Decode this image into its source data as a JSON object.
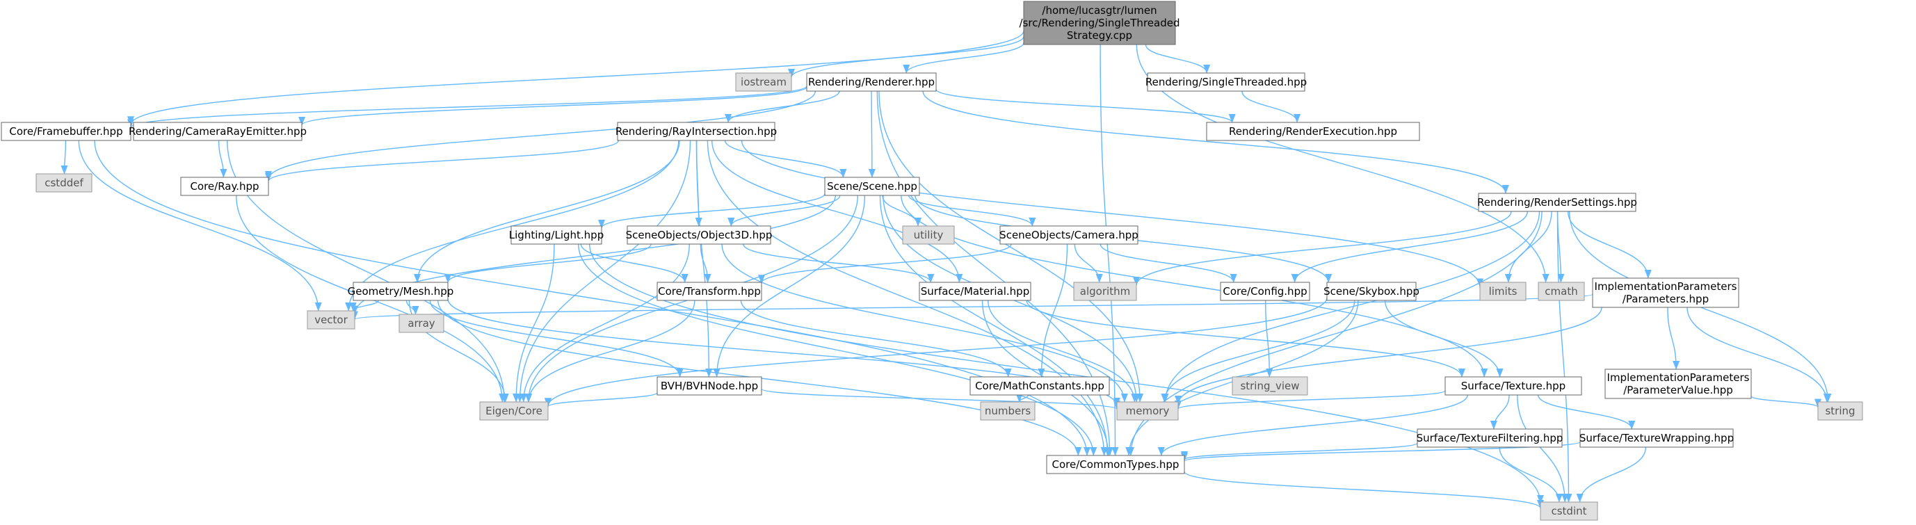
{
  "colors": {
    "edge": "#63b8ff",
    "root_fill": "#999999",
    "root_border": "#666666",
    "file_fill": "#ffffff",
    "file_border": "#666666",
    "system_fill": "#e0e0e0",
    "system_border": "#999999",
    "text_dark": "#000000",
    "text_system": "#555555"
  },
  "nodes": [
    {
      "id": "root",
      "lines": [
        "/home/lucasgtr/lumen",
        "/src/Rendering/SingleThreaded",
        "Strategy.cpp"
      ],
      "kind": "root"
    },
    {
      "id": "iostream",
      "lines": [
        "iostream"
      ],
      "kind": "system"
    },
    {
      "id": "renderer",
      "lines": [
        "Rendering/Renderer.hpp"
      ],
      "kind": "file"
    },
    {
      "id": "singlethreaded",
      "lines": [
        "Rendering/SingleThreaded.hpp"
      ],
      "kind": "file"
    },
    {
      "id": "framebuffer",
      "lines": [
        "Core/Framebuffer.hpp"
      ],
      "kind": "file"
    },
    {
      "id": "cameraray",
      "lines": [
        "Rendering/CameraRayEmitter.hpp"
      ],
      "kind": "file"
    },
    {
      "id": "rayintersection",
      "lines": [
        "Rendering/RayIntersection.hpp"
      ],
      "kind": "file"
    },
    {
      "id": "renderexecution",
      "lines": [
        "Rendering/RenderExecution.hpp"
      ],
      "kind": "file"
    },
    {
      "id": "cstddef",
      "lines": [
        "cstddef"
      ],
      "kind": "system"
    },
    {
      "id": "ray",
      "lines": [
        "Core/Ray.hpp"
      ],
      "kind": "file"
    },
    {
      "id": "scene",
      "lines": [
        "Scene/Scene.hpp"
      ],
      "kind": "file"
    },
    {
      "id": "utility",
      "lines": [
        "utility"
      ],
      "kind": "system"
    },
    {
      "id": "rendersettings",
      "lines": [
        "Rendering/RenderSettings.hpp"
      ],
      "kind": "file"
    },
    {
      "id": "light",
      "lines": [
        "Lighting/Light.hpp"
      ],
      "kind": "file"
    },
    {
      "id": "object3d",
      "lines": [
        "SceneObjects/Object3D.hpp"
      ],
      "kind": "file"
    },
    {
      "id": "camera",
      "lines": [
        "SceneObjects/Camera.hpp"
      ],
      "kind": "file"
    },
    {
      "id": "mesh",
      "lines": [
        "Geometry/Mesh.hpp"
      ],
      "kind": "file"
    },
    {
      "id": "transform",
      "lines": [
        "Core/Transform.hpp"
      ],
      "kind": "file"
    },
    {
      "id": "material",
      "lines": [
        "Surface/Material.hpp"
      ],
      "kind": "file"
    },
    {
      "id": "algorithm",
      "lines": [
        "algorithm"
      ],
      "kind": "system"
    },
    {
      "id": "config",
      "lines": [
        "Core/Config.hpp"
      ],
      "kind": "file"
    },
    {
      "id": "skybox",
      "lines": [
        "Scene/Skybox.hpp"
      ],
      "kind": "file"
    },
    {
      "id": "limits",
      "lines": [
        "limits"
      ],
      "kind": "system"
    },
    {
      "id": "cmath",
      "lines": [
        "cmath"
      ],
      "kind": "system"
    },
    {
      "id": "parameters",
      "lines": [
        "ImplementationParameters",
        "/Parameters.hpp"
      ],
      "kind": "file"
    },
    {
      "id": "vector",
      "lines": [
        "vector"
      ],
      "kind": "system"
    },
    {
      "id": "array",
      "lines": [
        "array"
      ],
      "kind": "system"
    },
    {
      "id": "bvhnode",
      "lines": [
        "BVH/BVHNode.hpp"
      ],
      "kind": "file"
    },
    {
      "id": "mathconstants",
      "lines": [
        "Core/MathConstants.hpp"
      ],
      "kind": "file"
    },
    {
      "id": "string_view",
      "lines": [
        "string_view"
      ],
      "kind": "system"
    },
    {
      "id": "texture",
      "lines": [
        "Surface/Texture.hpp"
      ],
      "kind": "file"
    },
    {
      "id": "parametervalue",
      "lines": [
        "ImplementationParameters",
        "/ParameterValue.hpp"
      ],
      "kind": "file"
    },
    {
      "id": "eigen",
      "lines": [
        "Eigen/Core"
      ],
      "kind": "system"
    },
    {
      "id": "memory",
      "lines": [
        "memory"
      ],
      "kind": "system"
    },
    {
      "id": "numbers",
      "lines": [
        "numbers"
      ],
      "kind": "system"
    },
    {
      "id": "texfiltering",
      "lines": [
        "Surface/TextureFiltering.hpp"
      ],
      "kind": "file"
    },
    {
      "id": "texwrapping",
      "lines": [
        "Surface/TextureWrapping.hpp"
      ],
      "kind": "file"
    },
    {
      "id": "string",
      "lines": [
        "string"
      ],
      "kind": "system"
    },
    {
      "id": "commontypes",
      "lines": [
        "Core/CommonTypes.hpp"
      ],
      "kind": "file"
    },
    {
      "id": "cstdint",
      "lines": [
        "cstdint"
      ],
      "kind": "system"
    }
  ],
  "edges": [
    [
      "root",
      "iostream"
    ],
    [
      "root",
      "renderer"
    ],
    [
      "root",
      "singlethreaded"
    ],
    [
      "root",
      "framebuffer"
    ],
    [
      "root",
      "cmath"
    ],
    [
      "root",
      "commontypes"
    ],
    [
      "renderer",
      "framebuffer"
    ],
    [
      "renderer",
      "cameraray"
    ],
    [
      "renderer",
      "rayintersection"
    ],
    [
      "renderer",
      "renderexecution"
    ],
    [
      "renderer",
      "ray"
    ],
    [
      "renderer",
      "scene"
    ],
    [
      "renderer",
      "rendersettings"
    ],
    [
      "renderer",
      "memory"
    ],
    [
      "renderer",
      "commontypes"
    ],
    [
      "singlethreaded",
      "renderexecution"
    ],
    [
      "framebuffer",
      "cstddef"
    ],
    [
      "framebuffer",
      "vector"
    ],
    [
      "framebuffer",
      "commontypes"
    ],
    [
      "cameraray",
      "ray"
    ],
    [
      "cameraray",
      "eigen"
    ],
    [
      "rayintersection",
      "ray"
    ],
    [
      "rayintersection",
      "scene"
    ],
    [
      "rayintersection",
      "object3d"
    ],
    [
      "rayintersection",
      "mesh"
    ],
    [
      "rayintersection",
      "material"
    ],
    [
      "rayintersection",
      "bvhnode"
    ],
    [
      "rayintersection",
      "vector"
    ],
    [
      "rayintersection",
      "eigen"
    ],
    [
      "rayintersection",
      "commontypes"
    ],
    [
      "rayintersection",
      "limits"
    ],
    [
      "ray",
      "eigen"
    ],
    [
      "scene",
      "light"
    ],
    [
      "scene",
      "object3d"
    ],
    [
      "scene",
      "camera"
    ],
    [
      "scene",
      "skybox"
    ],
    [
      "scene",
      "utility"
    ],
    [
      "scene",
      "bvhnode"
    ],
    [
      "scene",
      "vector"
    ],
    [
      "scene",
      "memory"
    ],
    [
      "scene",
      "eigen"
    ],
    [
      "scene",
      "commontypes"
    ],
    [
      "scene",
      "texture"
    ],
    [
      "rendersettings",
      "config"
    ],
    [
      "rendersettings",
      "algorithm"
    ],
    [
      "rendersettings",
      "limits"
    ],
    [
      "rendersettings",
      "cmath"
    ],
    [
      "rendersettings",
      "parameters"
    ],
    [
      "rendersettings",
      "string"
    ],
    [
      "rendersettings",
      "memory"
    ],
    [
      "rendersettings",
      "cstdint"
    ],
    [
      "rendersettings",
      "commontypes"
    ],
    [
      "light",
      "transform"
    ],
    [
      "light",
      "eigen"
    ],
    [
      "light",
      "commontypes"
    ],
    [
      "light",
      "cstdint"
    ],
    [
      "object3d",
      "mesh"
    ],
    [
      "object3d",
      "transform"
    ],
    [
      "object3d",
      "material"
    ],
    [
      "object3d",
      "eigen"
    ],
    [
      "object3d",
      "memory"
    ],
    [
      "camera",
      "transform"
    ],
    [
      "camera",
      "mathconstants"
    ],
    [
      "camera",
      "algorithm"
    ],
    [
      "camera",
      "config"
    ],
    [
      "mesh",
      "vector"
    ],
    [
      "mesh",
      "array"
    ],
    [
      "mesh",
      "bvhnode"
    ],
    [
      "mesh",
      "eigen"
    ],
    [
      "mesh",
      "memory"
    ],
    [
      "mesh",
      "commontypes"
    ],
    [
      "transform",
      "eigen"
    ],
    [
      "transform",
      "mathconstants"
    ],
    [
      "material",
      "texture"
    ],
    [
      "material",
      "memory"
    ],
    [
      "material",
      "commontypes"
    ],
    [
      "config",
      "string_view"
    ],
    [
      "skybox",
      "texture"
    ],
    [
      "skybox",
      "eigen"
    ],
    [
      "skybox",
      "memory"
    ],
    [
      "skybox",
      "commontypes"
    ],
    [
      "parameters",
      "parametervalue"
    ],
    [
      "parameters",
      "vector"
    ],
    [
      "parameters",
      "string"
    ],
    [
      "parameters",
      "memory"
    ],
    [
      "parametervalue",
      "string"
    ],
    [
      "bvhnode",
      "eigen"
    ],
    [
      "bvhnode",
      "memory"
    ],
    [
      "mathconstants",
      "numbers"
    ],
    [
      "texture",
      "texfiltering"
    ],
    [
      "texture",
      "texwrapping"
    ],
    [
      "texture",
      "memory"
    ],
    [
      "texture",
      "commontypes"
    ],
    [
      "texture",
      "cstdint"
    ],
    [
      "texfiltering",
      "commontypes"
    ],
    [
      "texfiltering",
      "cstdint"
    ],
    [
      "texwrapping",
      "commontypes"
    ],
    [
      "texwrapping",
      "cstdint"
    ],
    [
      "commontypes",
      "cstdint"
    ]
  ]
}
